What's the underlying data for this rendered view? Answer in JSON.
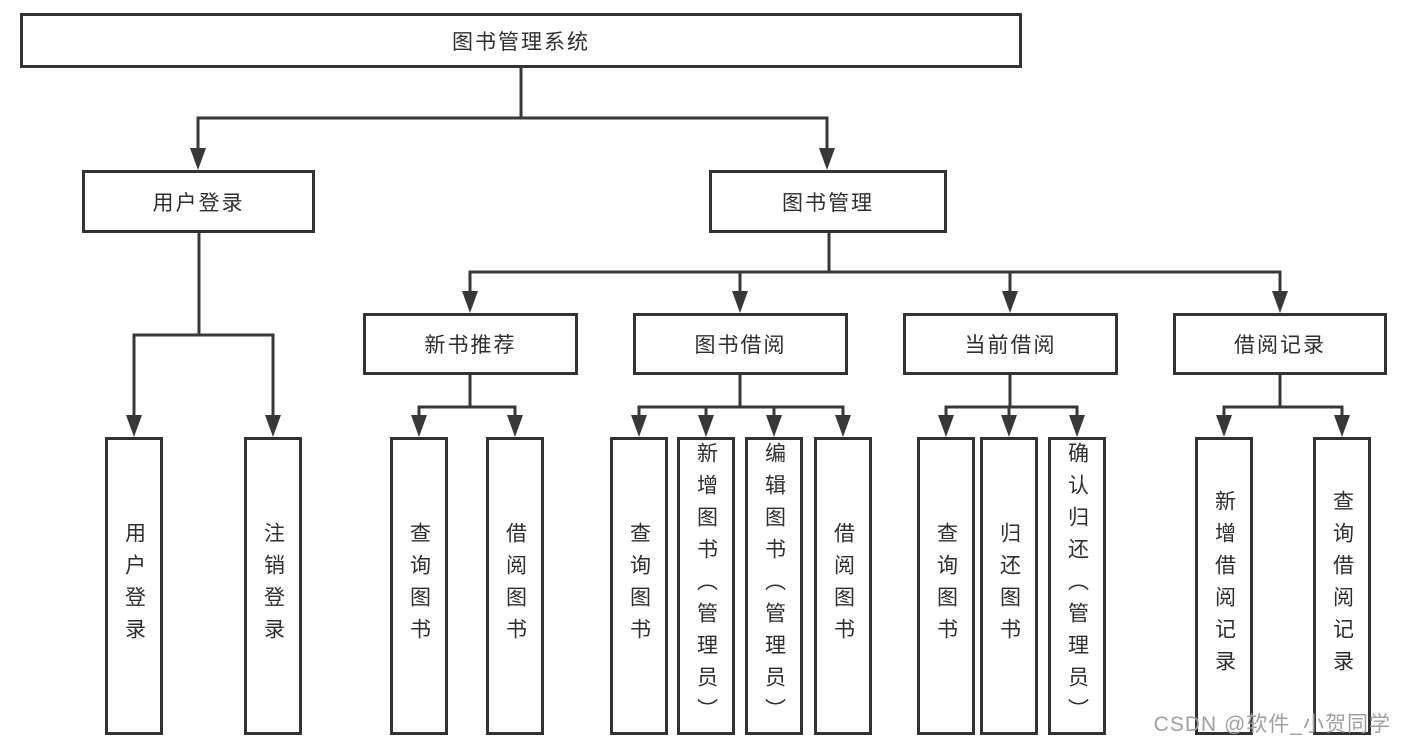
{
  "diagram": {
    "root": {
      "label": "图书管理系统"
    },
    "branches": [
      {
        "label": "用户登录",
        "children": [
          {
            "label": "用户登录"
          },
          {
            "label": "注销登录"
          }
        ]
      },
      {
        "label": "图书管理",
        "children": [
          {
            "label": "新书推荐",
            "children": [
              {
                "label": "查询图书"
              },
              {
                "label": "借阅图书"
              }
            ]
          },
          {
            "label": "图书借阅",
            "children": [
              {
                "label": "查询图书"
              },
              {
                "label": "新增图书（管理员）"
              },
              {
                "label": "编辑图书（管理员）"
              },
              {
                "label": "借阅图书"
              }
            ]
          },
          {
            "label": "当前借阅",
            "children": [
              {
                "label": "查询图书"
              },
              {
                "label": "归还图书"
              },
              {
                "label": "确认归还（管理员）"
              }
            ]
          },
          {
            "label": "借阅记录",
            "children": [
              {
                "label": "新增借阅记录"
              },
              {
                "label": "查询借阅记录"
              }
            ]
          }
        ]
      }
    ]
  },
  "watermark": {
    "text": "CSDN @软件_小贺同学",
    "color": "#9f9f9f"
  },
  "colors": {
    "line": "#383838",
    "box_border": "#323232",
    "text": "#2e2e2e",
    "background": "#ffffff"
  }
}
